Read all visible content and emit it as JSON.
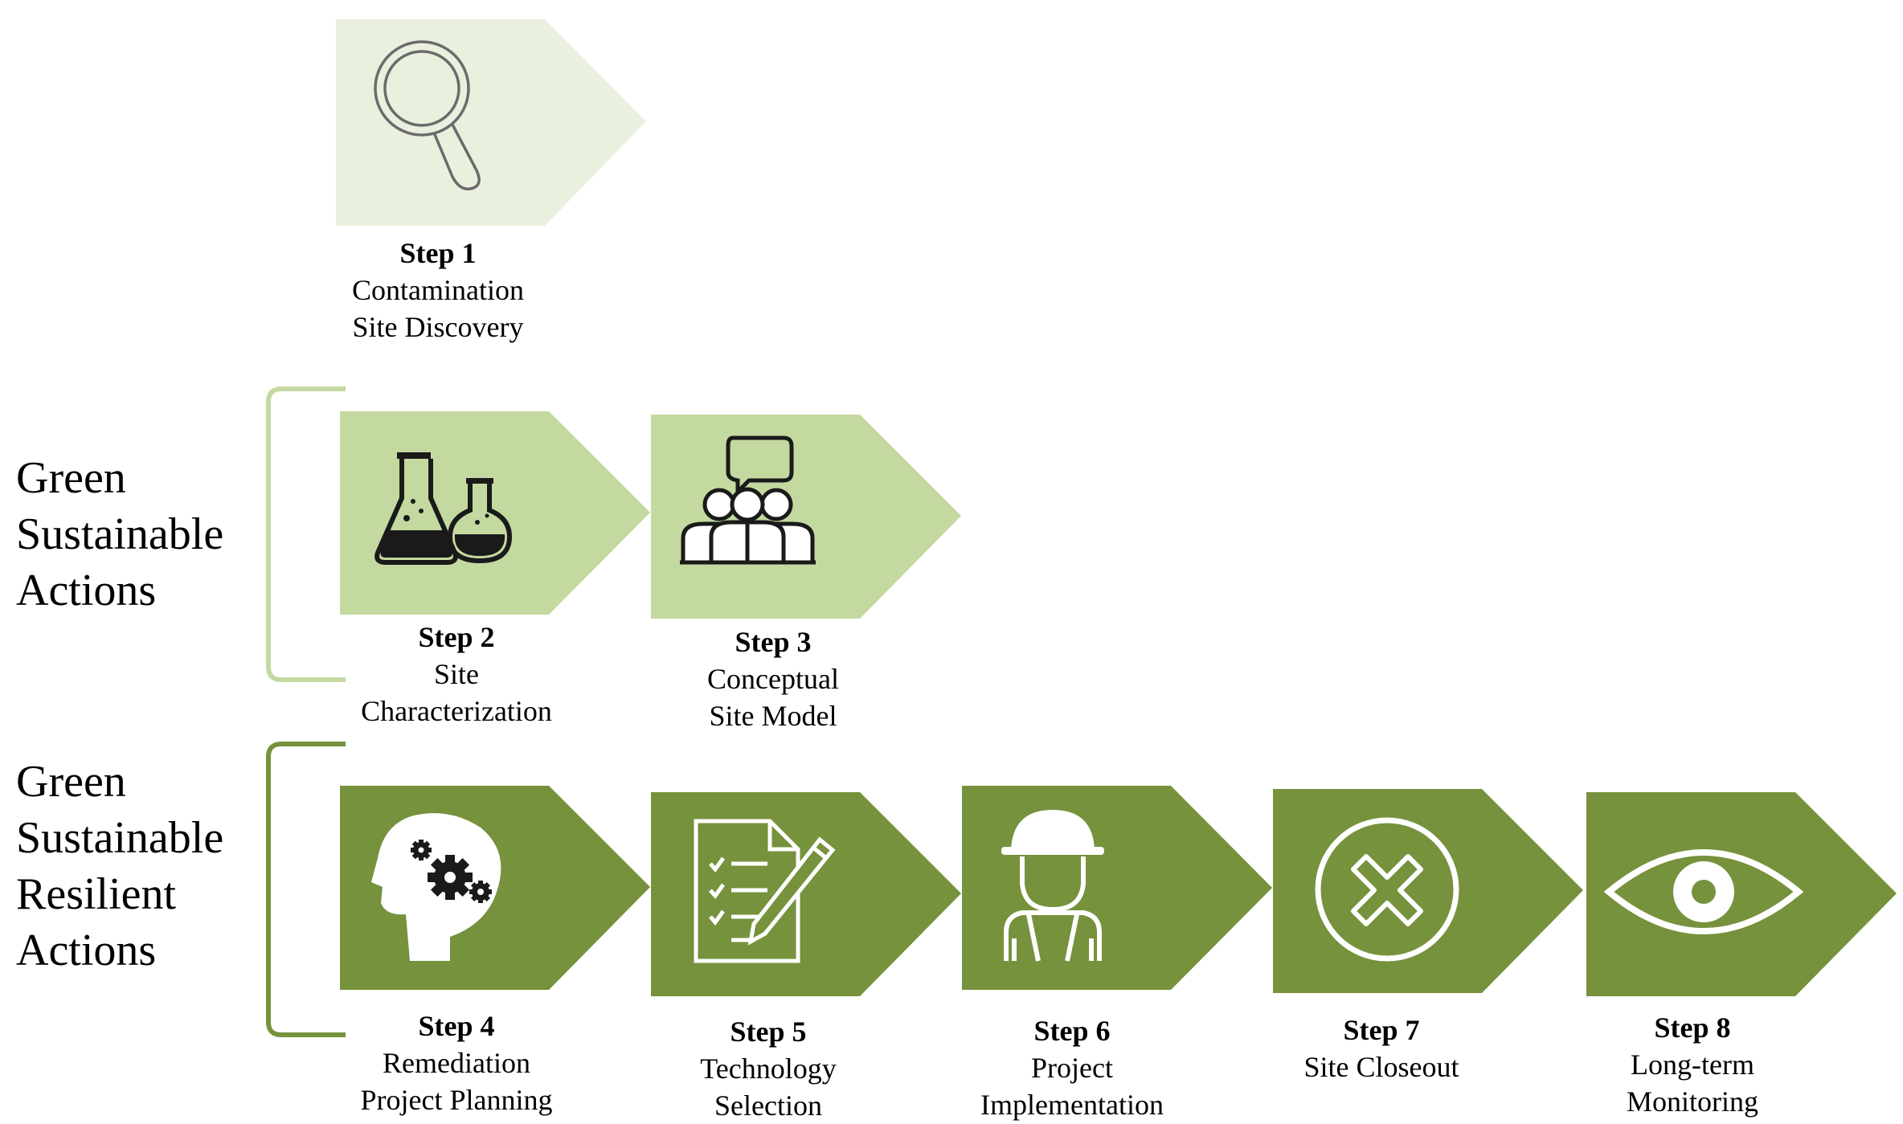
{
  "colors": {
    "step1_fill": "#eaf0de",
    "step1_icon": "#6b6b6b",
    "light_fill": "#c4d9a0",
    "light_bracket": "#c4d9a0",
    "dark_fill": "#76923c",
    "dark_bracket": "#76923c",
    "icon_dark": "#1a1a1a",
    "icon_white": "#ffffff"
  },
  "groups": [
    {
      "lines": [
        "Green",
        "Sustainable",
        "Actions"
      ],
      "tone": "light"
    },
    {
      "lines": [
        "Green",
        "Sustainable",
        "Resilient",
        "Actions"
      ],
      "tone": "dark"
    }
  ],
  "steps": [
    {
      "title": "Step 1",
      "lines": [
        "Contamination",
        "Site Discovery"
      ],
      "icon": "magnifying-glass-icon",
      "tone": "pale"
    },
    {
      "title": "Step 2",
      "lines": [
        "Site",
        "Characterization"
      ],
      "icon": "lab-flasks-icon",
      "tone": "light"
    },
    {
      "title": "Step 3",
      "lines": [
        "Conceptual",
        "Site Model"
      ],
      "icon": "team-discussion-icon",
      "tone": "light"
    },
    {
      "title": "Step 4",
      "lines": [
        "Remediation",
        "Project Planning"
      ],
      "icon": "head-gears-icon",
      "tone": "dark"
    },
    {
      "title": "Step 5",
      "lines": [
        "Technology",
        "Selection"
      ],
      "icon": "checklist-pen-icon",
      "tone": "dark"
    },
    {
      "title": "Step 6",
      "lines": [
        "Project",
        "Implementation"
      ],
      "icon": "construction-worker-icon",
      "tone": "dark"
    },
    {
      "title": "Step 7",
      "lines": [
        "Site Closeout"
      ],
      "icon": "close-circle-icon",
      "tone": "dark"
    },
    {
      "title": "Step 8",
      "lines": [
        "Long-term",
        "Monitoring"
      ],
      "icon": "eye-icon",
      "tone": "dark"
    }
  ]
}
